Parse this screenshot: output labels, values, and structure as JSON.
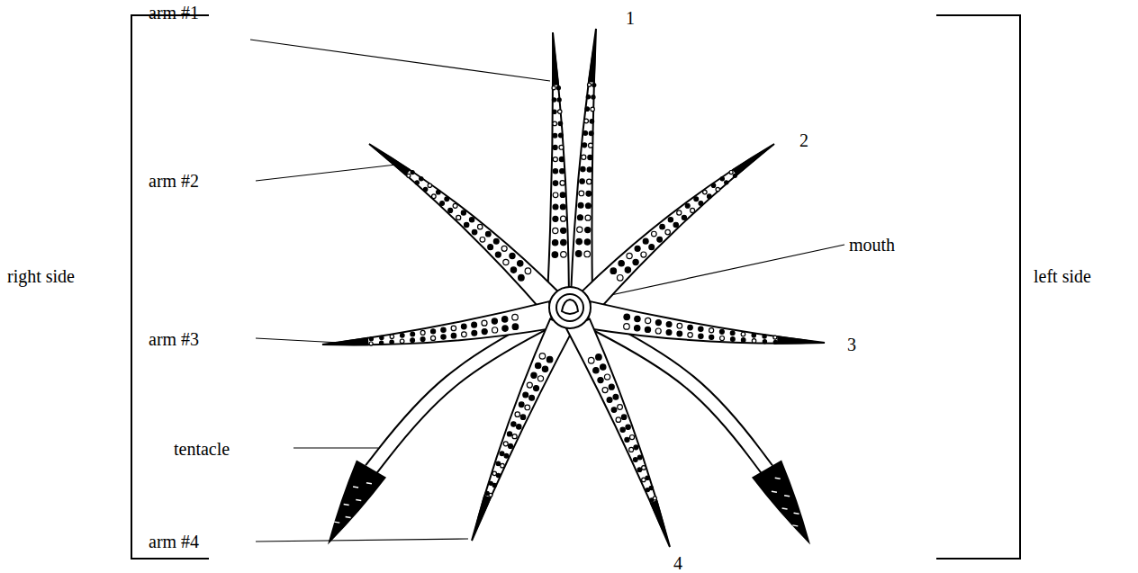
{
  "diagram": {
    "labels": [
      "arm #1",
      "arm #2",
      "arm #3",
      "tentacle",
      "arm #4",
      "right side",
      "mouth",
      "left side",
      "1",
      "2",
      "3",
      "4"
    ]
  }
}
